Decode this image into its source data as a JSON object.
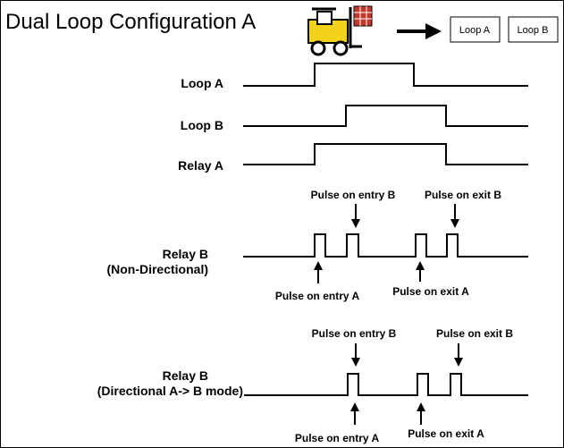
{
  "title": "Dual Loop Configuration A",
  "header": {
    "loop_a_box": "Loop A",
    "loop_b_box": "Loop B",
    "vehicle_icon": "forklift-icon"
  },
  "rows": {
    "loop_a": {
      "label": "Loop A"
    },
    "loop_b": {
      "label": "Loop B"
    },
    "relay_a": {
      "label": "Relay A"
    },
    "relay_b_nd": {
      "label": "Relay B",
      "sub": "(Non-Directional)"
    },
    "relay_b_dir": {
      "label": "Relay B",
      "sub": "(Directional A-> B  mode)"
    }
  },
  "annotations": {
    "nd_entry_b": "Pulse on entry B",
    "nd_exit_b": "Pulse on exit B",
    "nd_entry_a": "Pulse on entry A",
    "nd_exit_a": "Pulse on exit A",
    "dir_entry_b": "Pulse on entry B",
    "dir_exit_b": "Pulse on exit B",
    "dir_entry_a": "Pulse on entry A",
    "dir_exit_a": "Pulse on exit A"
  },
  "colors": {
    "vehicle_body": "#f2d21a",
    "vehicle_load": "#c0392b"
  }
}
